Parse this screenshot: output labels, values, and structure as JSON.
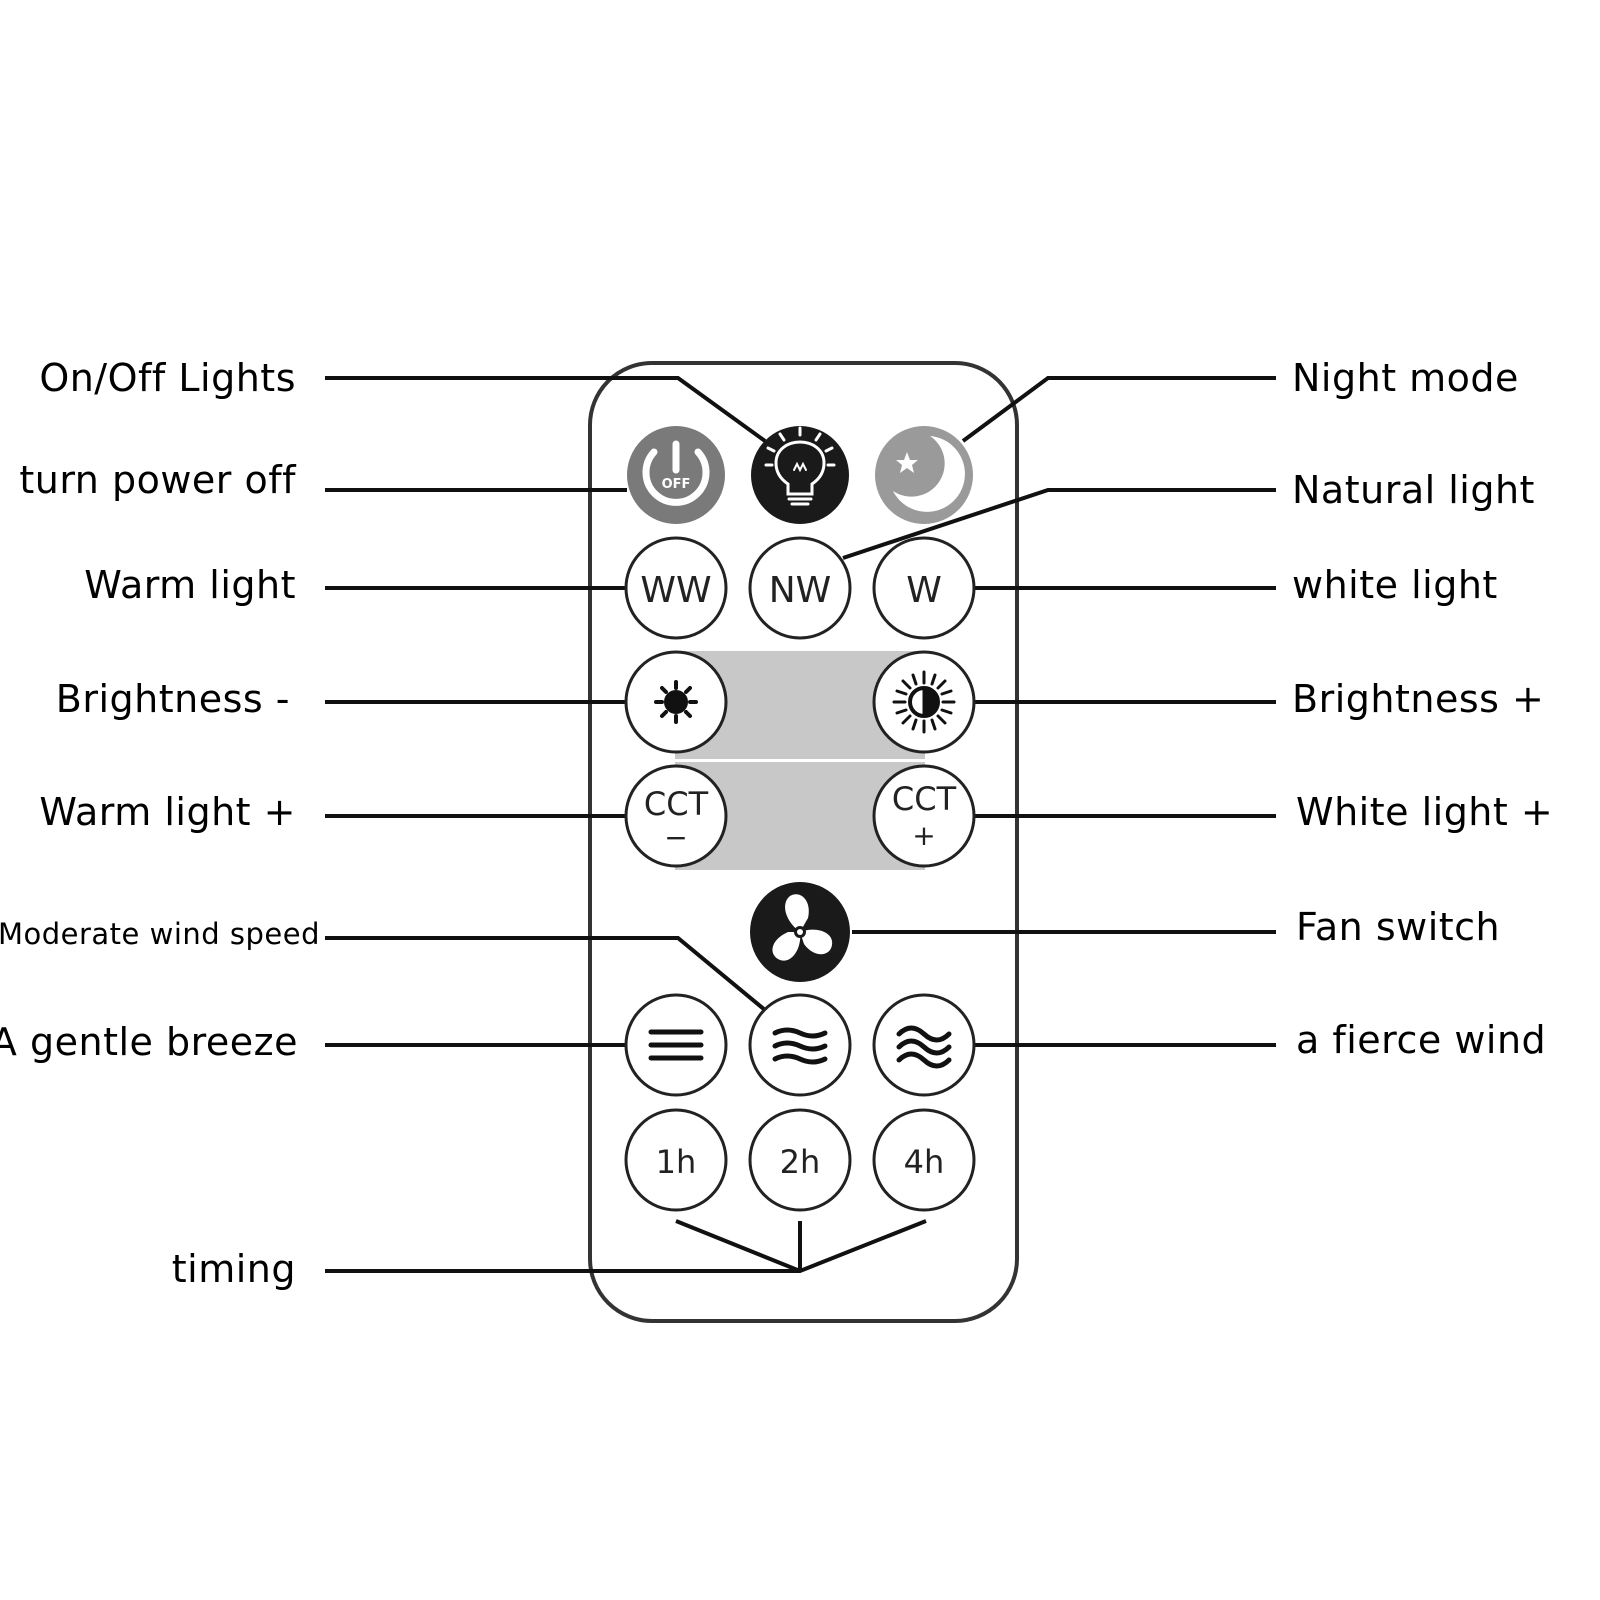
{
  "labels": {
    "on_off_lights": "On/Off Lights",
    "turn_power_off": "turn power off",
    "warm_light": "Warm light",
    "brightness_minus": "Brightness -",
    "warm_light_plus": "Warm light +",
    "moderate_wind_speed": "Moderate wind speed",
    "gentle_breeze": "A gentle breeze",
    "timing": "timing",
    "night_mode": "Night mode",
    "natural_light": "Natural light",
    "white_light": "white light",
    "brightness_plus": "Brightness +",
    "white_light_plus": "White light +",
    "fan_switch": "Fan switch",
    "fierce_wind": "a fierce wind"
  },
  "buttons": {
    "off": "OFF",
    "ww": "WW",
    "nw": "NW",
    "w": "W",
    "cct": "CCT",
    "cct_minus_sign": "−",
    "cct_plus_sign": "+",
    "timer_1h": "1h",
    "timer_2h": "2h",
    "timer_4h": "4h"
  },
  "icons": {
    "power": "power-icon",
    "bulb": "bulb-icon",
    "moon": "moon-star-icon",
    "brightness_down": "sun-dim-icon",
    "brightness_up": "sun-bright-icon",
    "fan": "fan-icon",
    "wind_low": "wind-low-icon",
    "wind_mid": "wind-mid-icon",
    "wind_high": "wind-high-icon"
  },
  "colors": {
    "outline": "#222222",
    "power_button": "#7a7a7a",
    "night_button": "#9a9a9a",
    "dark_button": "#1a1a1a",
    "panel_gray": "#c8c8c8"
  }
}
